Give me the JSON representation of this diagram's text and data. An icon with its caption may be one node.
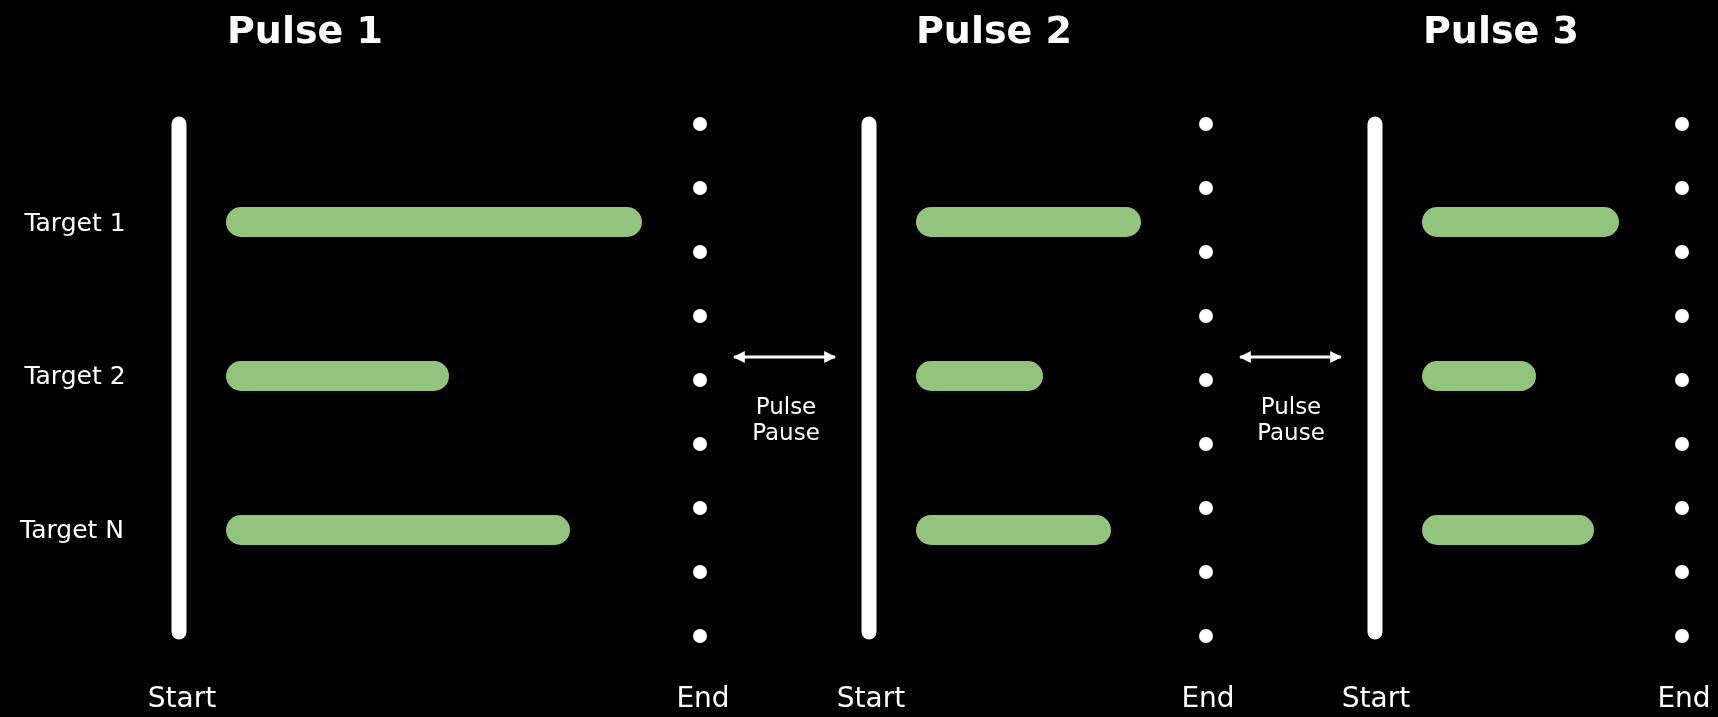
{
  "diagram": {
    "labels": [
      "Pulse 1",
      "Pulse 2",
      "Pulse 3",
      "Target 1",
      "Target 2",
      "Pulse Pause",
      "Pulse Pause",
      "Target N",
      "Start",
      "End",
      "Start",
      "End",
      "Start",
      "End"
    ]
  }
}
